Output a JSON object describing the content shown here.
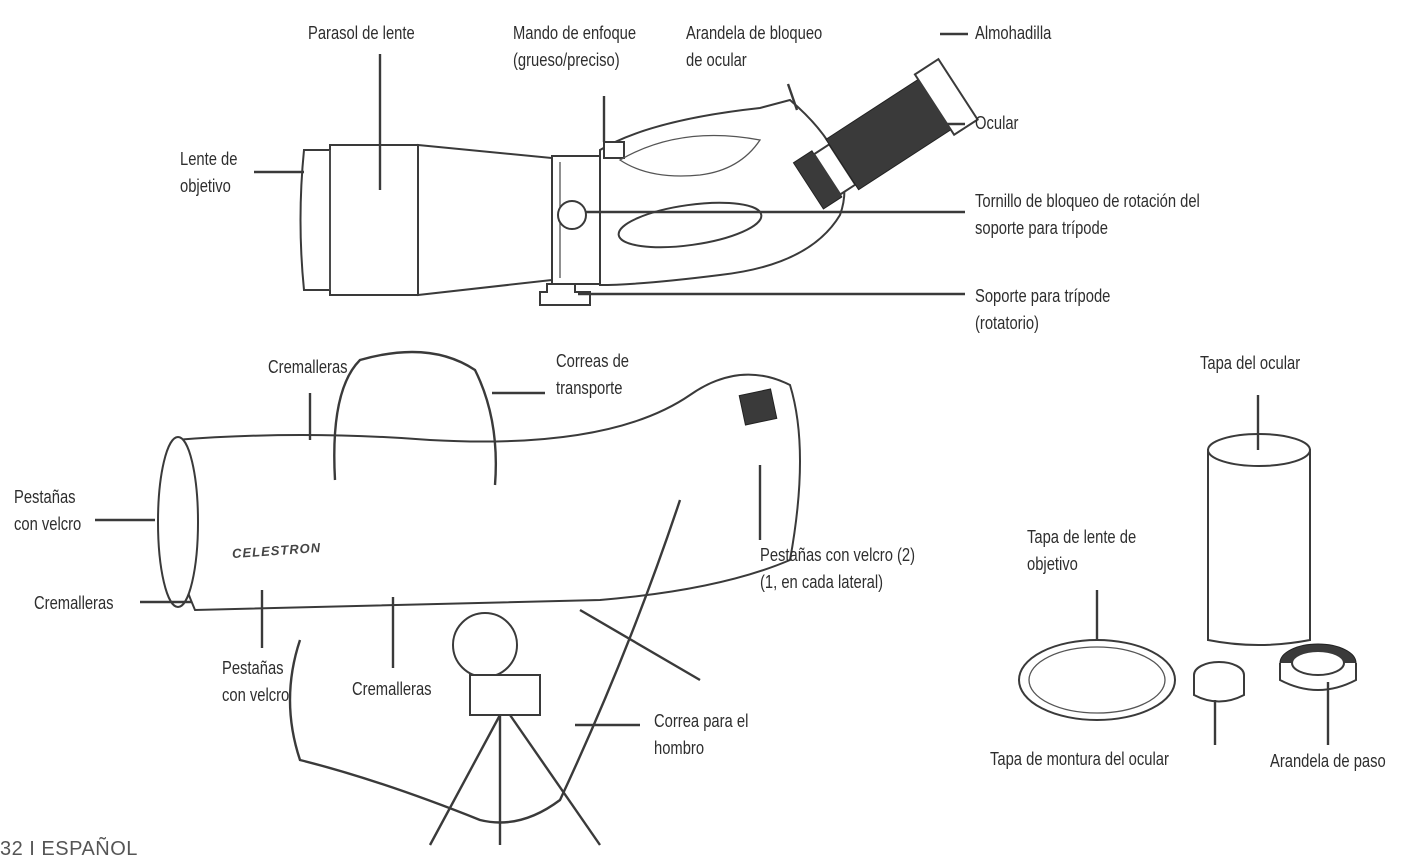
{
  "labels": {
    "objective_lens": [
      "Lente de",
      "objetivo"
    ],
    "lens_hood": [
      "Parasol de lente"
    ],
    "focus_knob": [
      "Mando de enfoque",
      "(grueso/preciso)"
    ],
    "eyepiece_lock_ring": [
      "Arandela de bloqueo",
      "de ocular"
    ],
    "eyecup": [
      "Almohadilla"
    ],
    "eyepiece": [
      "Ocular"
    ],
    "rotation_lock_screw": [
      "Tornillo de bloqueo de rotación del",
      "soporte para trípode"
    ],
    "tripod_mount": [
      "Soporte para trípode",
      "(rotatorio)"
    ],
    "zippers_top": [
      "Cremalleras"
    ],
    "carry_straps": [
      "Correas de",
      "transporte"
    ],
    "velcro_tabs_left": [
      "Pestañas",
      "con velcro"
    ],
    "zippers_left": [
      "Cremalleras"
    ],
    "velcro_tabs_bottom": [
      "Pestañas",
      "con velcro"
    ],
    "zippers_bottom": [
      "Cremalleras"
    ],
    "velcro_tabs_side": [
      "Pestañas con velcro (2)",
      "(1, en cada lateral)"
    ],
    "shoulder_strap": [
      "Correa para el",
      "hombro"
    ],
    "eyepiece_cap": [
      "Tapa del ocular"
    ],
    "objective_cap": [
      "Tapa de lente de",
      "objetivo"
    ],
    "eyepiece_mount_cap": [
      "Tapa de montura del ocular"
    ],
    "step_ring": [
      "Arandela de paso"
    ]
  },
  "brand_logo": "CELESTRON",
  "footer": "32 I ESPAÑOL"
}
